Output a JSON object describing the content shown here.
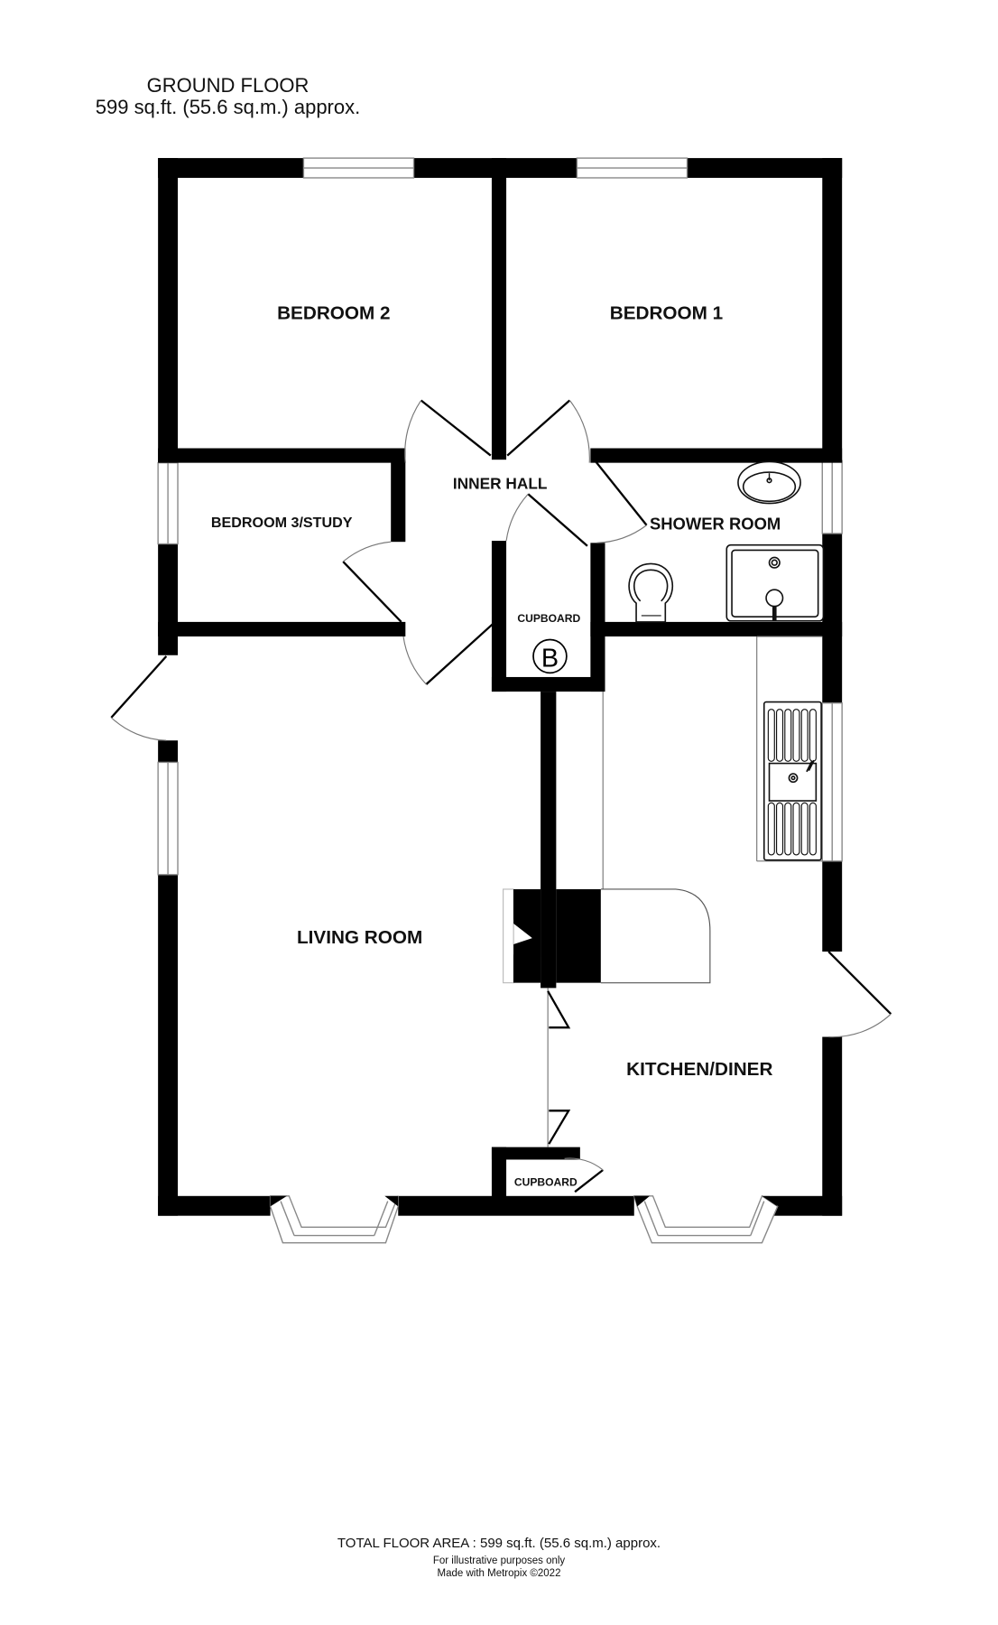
{
  "header": {
    "floor_name": "GROUND FLOOR",
    "floor_area": "599 sq.ft. (55.6 sq.m.) approx."
  },
  "rooms": {
    "bedroom2": "BEDROOM 2",
    "bedroom1": "BEDROOM 1",
    "inner_hall": "INNER HALL",
    "bedroom3": "BEDROOM 3/STUDY",
    "shower_room": "SHOWER ROOM",
    "cupboard_boiler": "CUPBOARD",
    "boiler_symbol": "B",
    "living_room": "LIVING ROOM",
    "kitchen_diner": "KITCHEN/DINER",
    "cupboard_kitchen": "CUPBOARD"
  },
  "footer": {
    "total_area": "TOTAL FLOOR AREA : 599 sq.ft. (55.6 sq.m.) approx.",
    "disclaimer": "For illustrative purposes only",
    "credit": "Made with Metropix ©2022"
  },
  "icons": [
    "window-icon",
    "door-swing-icon",
    "washbasin-icon",
    "toilet-icon",
    "shower-tray-icon",
    "kitchen-sink-icon",
    "fireplace-icon",
    "boiler-icon",
    "bay-window-icon"
  ]
}
